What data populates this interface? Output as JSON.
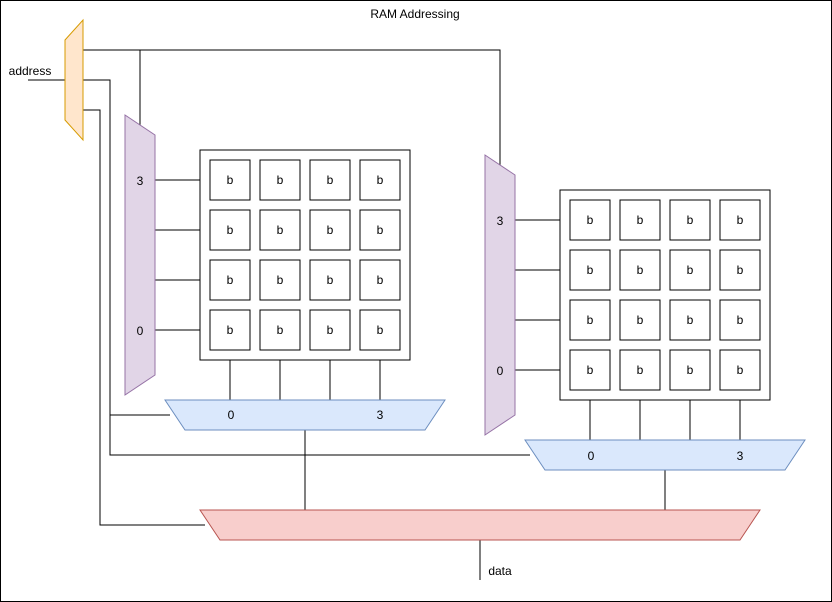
{
  "title": "RAM Addressing",
  "address_label": "address",
  "data_label": "data",
  "cell_label": "b",
  "colors": {
    "splitter_fill": "#ffe6cc",
    "splitter_stroke": "#d79b00",
    "row_decoder_fill": "#e1d5e7",
    "row_decoder_stroke": "#9673a6",
    "column_mux_fill": "#dae8fc",
    "column_mux_stroke": "#6c8ebf",
    "output_mux_fill": "#f8cecc",
    "output_mux_stroke": "#b85450"
  },
  "banks": [
    {
      "row_decoder": {
        "top_label": "3",
        "bottom_label": "0"
      },
      "column_mux": {
        "left_label": "0",
        "right_label": "3"
      }
    },
    {
      "row_decoder": {
        "top_label": "3",
        "bottom_label": "0"
      },
      "column_mux": {
        "left_label": "0",
        "right_label": "3"
      }
    }
  ]
}
